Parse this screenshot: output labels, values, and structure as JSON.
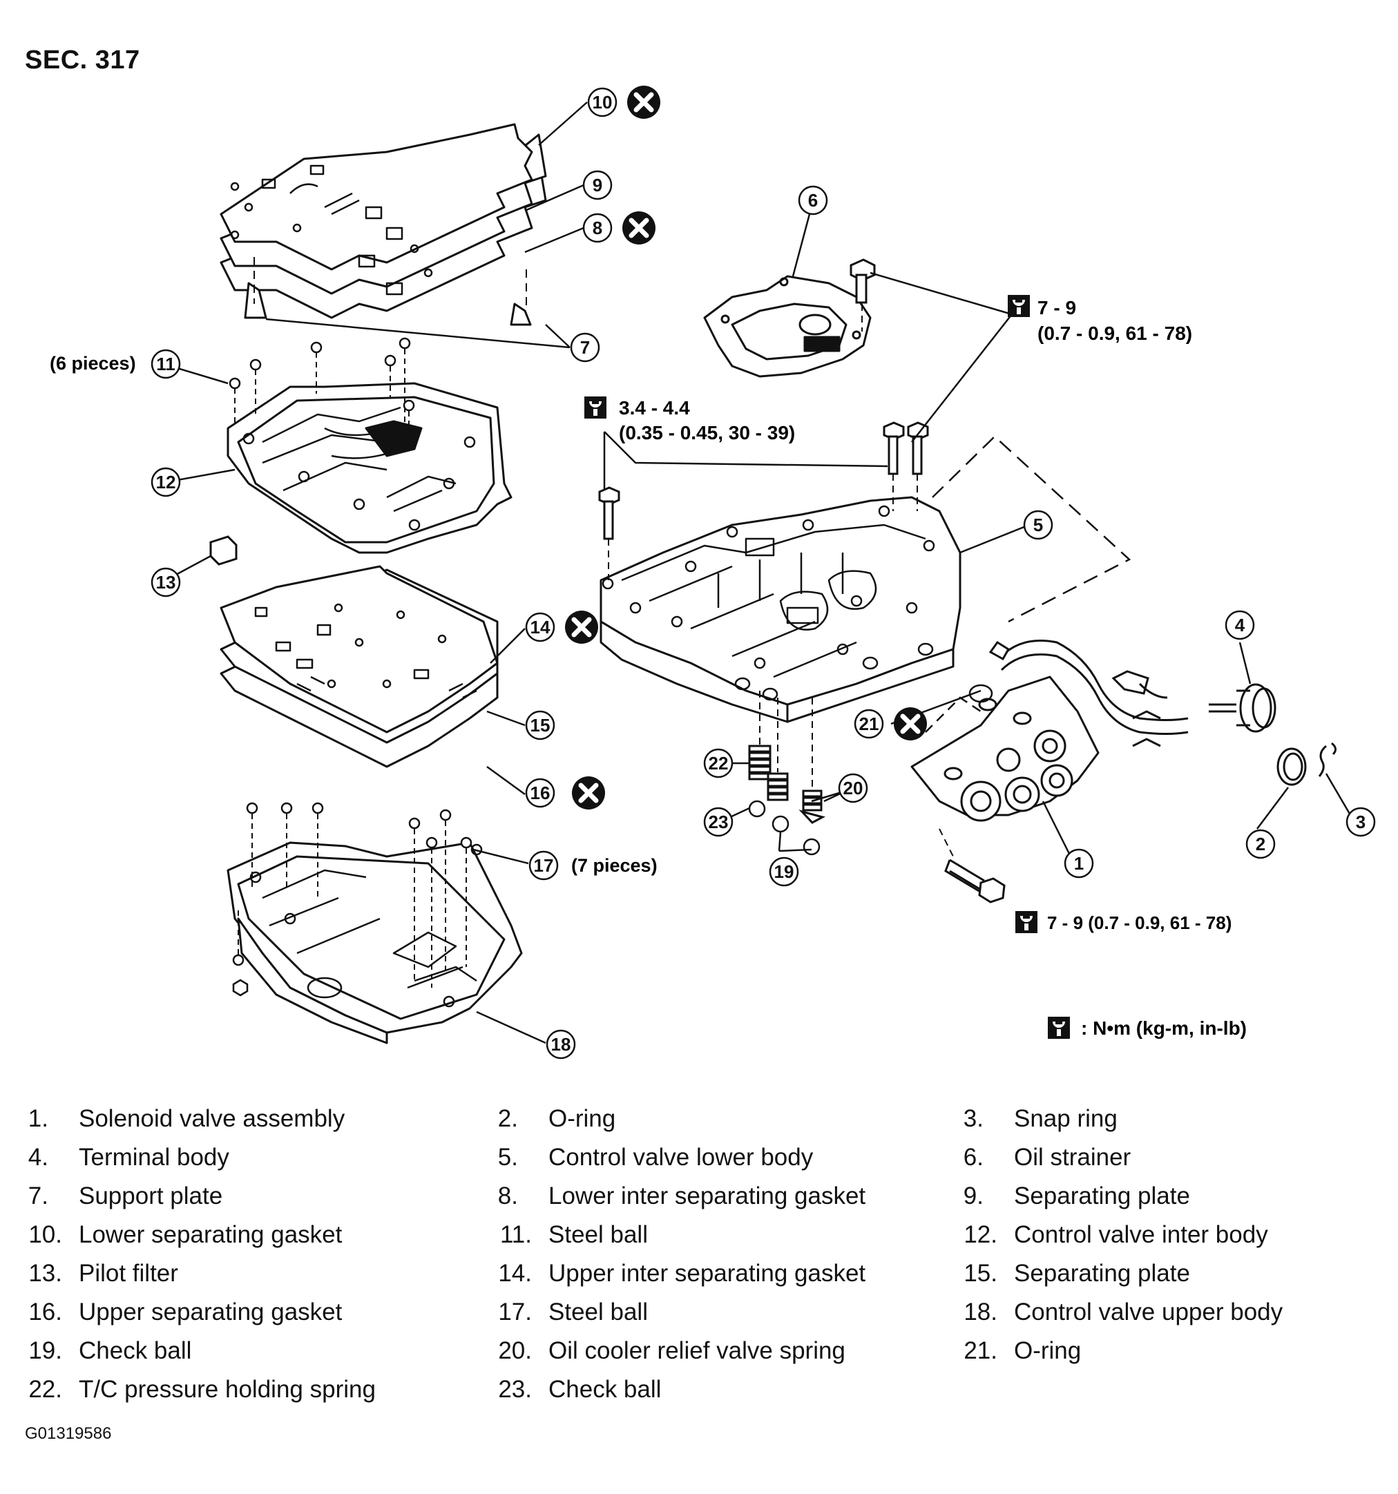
{
  "section_title": "SEC. 317",
  "image_id": "G01319586",
  "callout_numbers": [
    "10",
    "9",
    "8",
    "7",
    "6",
    "11",
    "12",
    "13",
    "14",
    "15",
    "16",
    "17",
    "18",
    "5",
    "4",
    "21",
    "22",
    "23",
    "20",
    "19",
    "1",
    "2",
    "3"
  ],
  "annotations": {
    "six_pieces": "(6 pieces)",
    "seven_pieces": "(7 pieces)"
  },
  "torque_specs": {
    "oil_strainer_bolts_main": "7 - 9",
    "oil_strainer_bolts_sub": "(0.7 - 0.9, 61 - 78)",
    "lower_body_bolts_main": "3.4 - 4.4",
    "lower_body_bolts_sub": "(0.35 - 0.45, 30 - 39)",
    "solenoid_bolt": "7 - 9 (0.7 - 0.9, 61 - 78)",
    "units_note": ": N•m (kg-m, in-lb)"
  },
  "legend_items": [
    {
      "num": "1.",
      "label": "Solenoid valve assembly"
    },
    {
      "num": "2.",
      "label": "O-ring"
    },
    {
      "num": "3.",
      "label": "Snap ring"
    },
    {
      "num": "4.",
      "label": "Terminal body"
    },
    {
      "num": "5.",
      "label": "Control valve lower body"
    },
    {
      "num": "6.",
      "label": "Oil strainer"
    },
    {
      "num": "7.",
      "label": "Support plate"
    },
    {
      "num": "8.",
      "label": "Lower inter separating gasket"
    },
    {
      "num": "9.",
      "label": "Separating plate"
    },
    {
      "num": "10.",
      "label": "Lower separating gasket"
    },
    {
      "num": "11.",
      "label": "Steel ball"
    },
    {
      "num": "12.",
      "label": "Control valve inter body"
    },
    {
      "num": "13.",
      "label": "Pilot filter"
    },
    {
      "num": "14.",
      "label": "Upper inter separating gasket"
    },
    {
      "num": "15.",
      "label": "Separating plate"
    },
    {
      "num": "16.",
      "label": "Upper separating gasket"
    },
    {
      "num": "17.",
      "label": "Steel ball"
    },
    {
      "num": "18.",
      "label": "Control valve upper body"
    },
    {
      "num": "19.",
      "label": "Check ball"
    },
    {
      "num": "20.",
      "label": "Oil cooler relief valve spring"
    },
    {
      "num": "21.",
      "label": "O-ring"
    },
    {
      "num": "22.",
      "label": "T/C pressure holding spring"
    },
    {
      "num": "23.",
      "label": "Check ball"
    }
  ]
}
